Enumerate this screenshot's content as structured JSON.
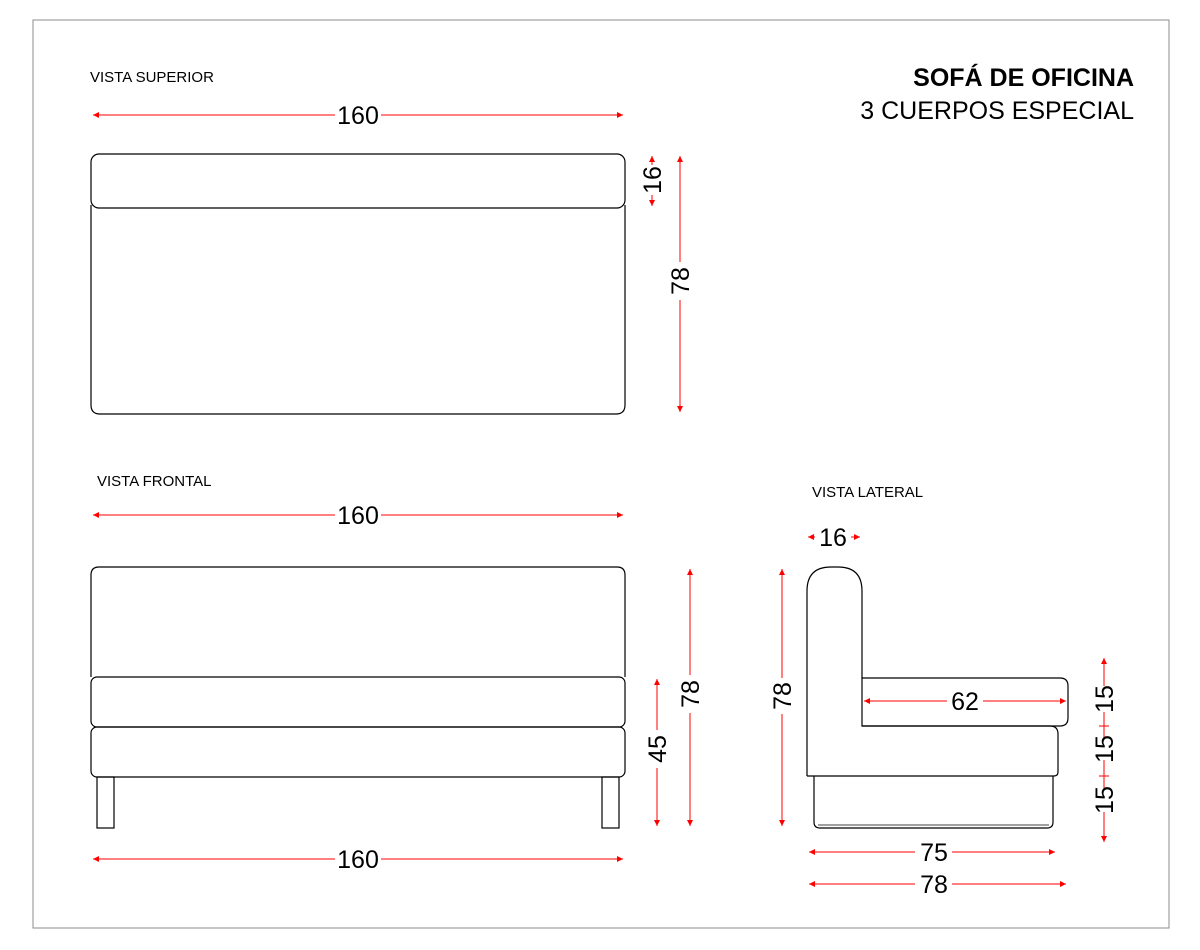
{
  "title": {
    "main": "SOFÁ DE OFICINA",
    "subtitle": "3 CUERPOS ESPECIAL"
  },
  "views": {
    "top": {
      "label": "VISTA SUPERIOR"
    },
    "front": {
      "label": "VISTA FRONTAL"
    },
    "side": {
      "label": "VISTA LATERAL"
    }
  },
  "dimensions": {
    "top_width": "160",
    "top_backrest_depth": "16",
    "top_total_depth": "78",
    "front_width_top": "160",
    "front_height": "78",
    "front_seat_height": "45",
    "front_width_bottom": "160",
    "side_backrest_thickness": "16",
    "side_height": "78",
    "side_seat_depth": "62",
    "side_cushion_upper": "15",
    "side_cushion_middle": "15",
    "side_base_lower": "15",
    "side_base_depth": "75",
    "side_total_depth": "78"
  },
  "colors": {
    "outline": "#000000",
    "dimension": "#ff0000",
    "border": "#8c8c8c"
  }
}
